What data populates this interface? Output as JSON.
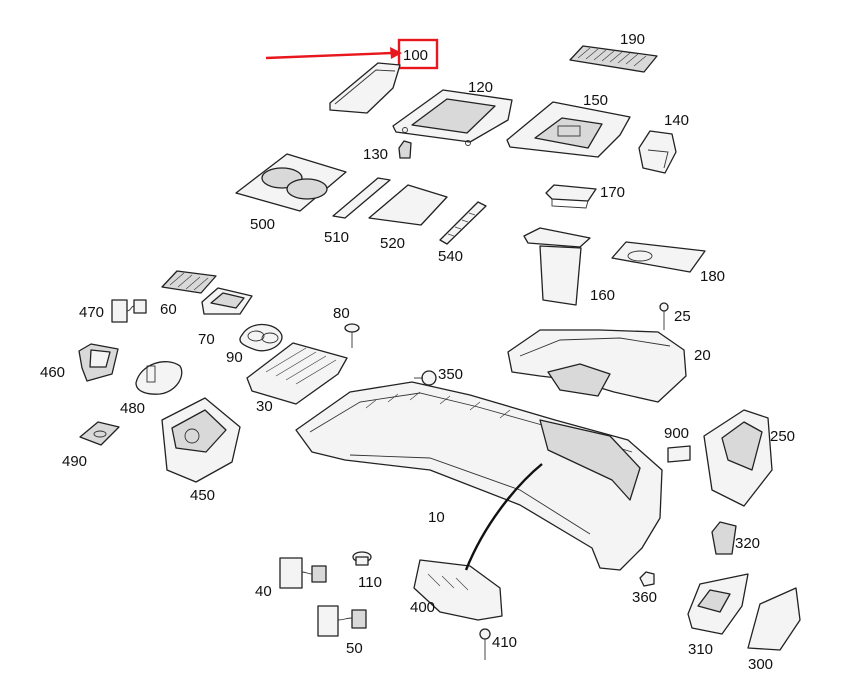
{
  "diagram": {
    "type": "exploded-parts-view",
    "highlight_color": "#e8161d",
    "labels": {
      "p10": "10",
      "p20": "20",
      "p25": "25",
      "p30": "30",
      "p40": "40",
      "p50": "50",
      "p60": "60",
      "p70": "70",
      "p80": "80",
      "p90": "90",
      "p100": "100",
      "p110": "110",
      "p120": "120",
      "p130": "130",
      "p140": "140",
      "p150": "150",
      "p160": "160",
      "p170": "170",
      "p180": "180",
      "p190": "190",
      "p250": "250",
      "p300": "300",
      "p310": "310",
      "p320": "320",
      "p350": "350",
      "p360": "360",
      "p400": "400",
      "p410": "410",
      "p450": "450",
      "p460": "460",
      "p470": "470",
      "p480": "480",
      "p490": "490",
      "p500": "500",
      "p510": "510",
      "p520": "520",
      "p540": "540",
      "p900": "900"
    }
  }
}
